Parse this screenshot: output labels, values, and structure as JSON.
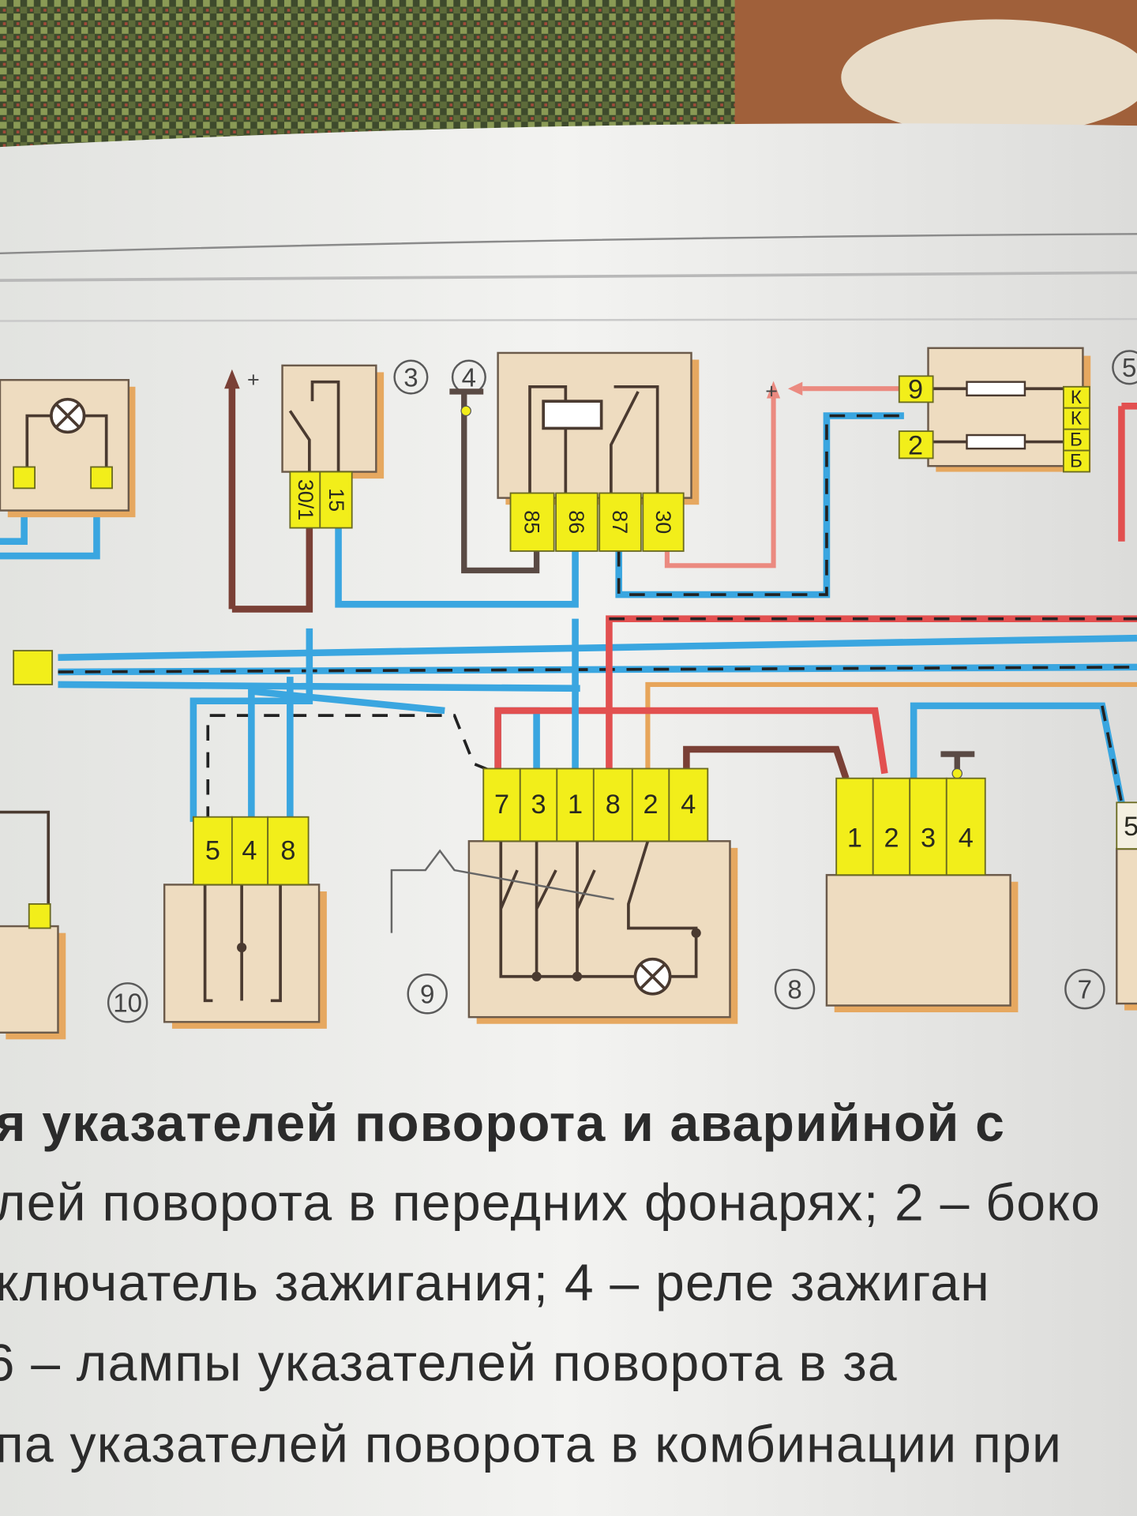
{
  "diagram": {
    "plus_sign": "+",
    "component_numbers": [
      "3",
      "4",
      "5",
      "7",
      "8",
      "9",
      "10"
    ],
    "ignition_switch": {
      "pins": [
        "30/1",
        "15"
      ]
    },
    "ignition_relay": {
      "pins": [
        "85",
        "86",
        "87",
        "30"
      ]
    },
    "fuse_block": {
      "left_pins": [
        "9",
        "2"
      ],
      "right_pins": [
        "К",
        "К",
        "Б",
        "Б"
      ]
    },
    "switch_10": {
      "pins": [
        "5",
        "4",
        "8"
      ]
    },
    "hazard_switch_9": {
      "pins": [
        "7",
        "3",
        "1",
        "8",
        "2",
        "4"
      ]
    },
    "relay_8": {
      "pins": [
        "1",
        "2",
        "3",
        "4"
      ]
    },
    "component_7": {
      "pins": [
        "5"
      ]
    },
    "colors": {
      "blue": "#3aa6e0",
      "red": "#e25050",
      "brown": "#7a4036",
      "connector": "#f2ee1a",
      "box": "#eedcc0"
    }
  },
  "caption": {
    "lines": [
      "я указателей поворота и аварийной с",
      "лей поворота в передних фонарях; 2 – боко",
      "ключатель зажигания; 4 – реле зажиган",
      "6 – лампы указателей поворота в за",
      "па указателей поворота в комбинации при"
    ]
  }
}
